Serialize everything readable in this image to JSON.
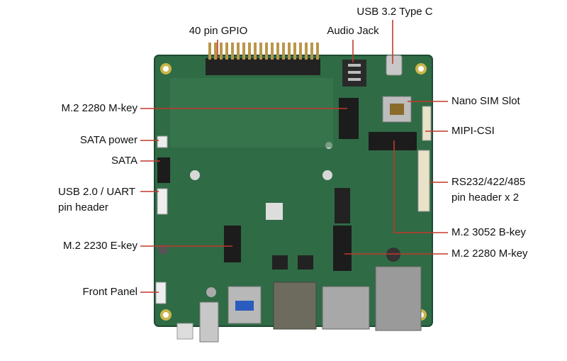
{
  "labels": {
    "gpio": "40 pin GPIO",
    "audio_jack": "Audio Jack",
    "usb32_typec": "USB 3.2 Type C",
    "m2_2280_mkey_top": "M.2 2280 M-key",
    "sata_power": "SATA power",
    "sata": "SATA",
    "usb2_uart_line1": "USB 2.0 / UART",
    "usb2_uart_line2": "pin header",
    "m2_2230_ekey": "M.2 2230 E-key",
    "front_panel": "Front Panel",
    "nano_sim": "Nano SIM Slot",
    "mipi_csi": "MIPI-CSI",
    "rs232_line1": "RS232/422/485",
    "rs232_line2": "pin header x 2",
    "m2_3052_bkey": "M.2 3052 B-key",
    "m2_2280_mkey_bottom": "M.2 2280 M-key"
  },
  "colors": {
    "pcb": "#2f6b45",
    "pcb_dark": "#23563a",
    "leader": "#c0392b",
    "label_text": "#111111"
  }
}
